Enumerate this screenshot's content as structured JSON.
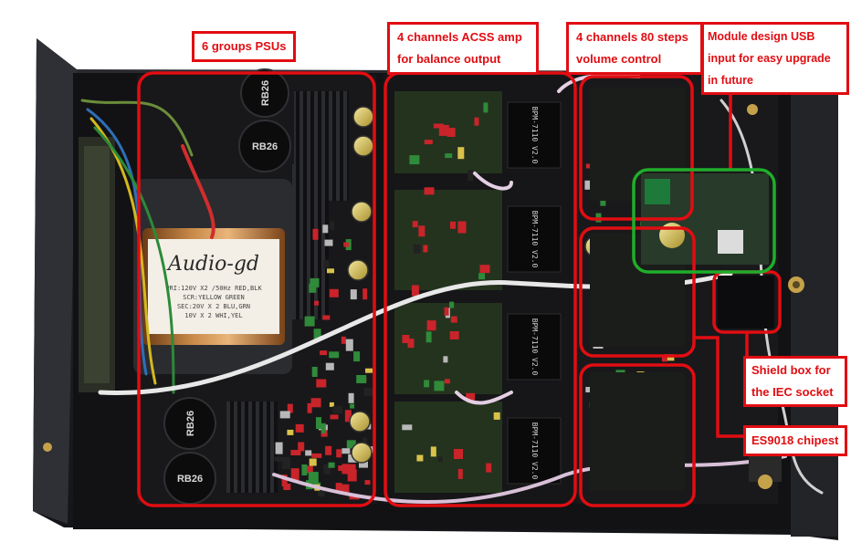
{
  "photo": {
    "transformer_brand": "Audio-gd",
    "transformer_spec_lines": [
      "PRI:120V X2 /50Hz RED,BLK",
      "SCR:YELLOW GREEN",
      "SEC:20V X 2   BLU,GRN",
      "10V X 2   WHI,YEL"
    ],
    "capacitor_labels": [
      "RB26",
      "RB26",
      "RB26",
      "RB26"
    ],
    "relay_board_labels": [
      "BPM-7110\nV2.0",
      "BPM-7110\nV2.0",
      "BPM-7110\nV2.0",
      "BPM-7110\nV2.0"
    ]
  },
  "annotations": {
    "psus": "6 groups PSUs",
    "acss_line1": "4 channels ACSS amp",
    "acss_line2": "for balance output",
    "volume_line1": "4 channels 80 steps",
    "volume_line2": "volume control",
    "usb_line1": "Module design USB",
    "usb_line2": "input for easy upgrade",
    "usb_line3": "in future",
    "shield_line1": "Shield box for",
    "shield_line2": "the IEC socket",
    "es9018": "ES9018 chipest"
  },
  "colors": {
    "highlight_red": "#e10d12",
    "highlight_green": "#1fae2a",
    "pcb": "#141414",
    "chassis": "#1e1f22"
  }
}
